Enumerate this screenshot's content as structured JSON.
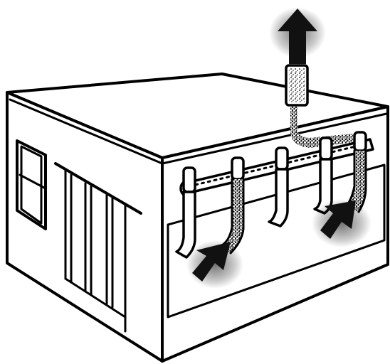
{
  "scene": {
    "ink_color": "#000000",
    "paper_color": "#ffffff",
    "smoke_color": "#222222",
    "icons": [
      "building",
      "exhaust-duct",
      "exhaust-hose",
      "smoke-arrow-up",
      "smoke-arrow-in"
    ]
  }
}
